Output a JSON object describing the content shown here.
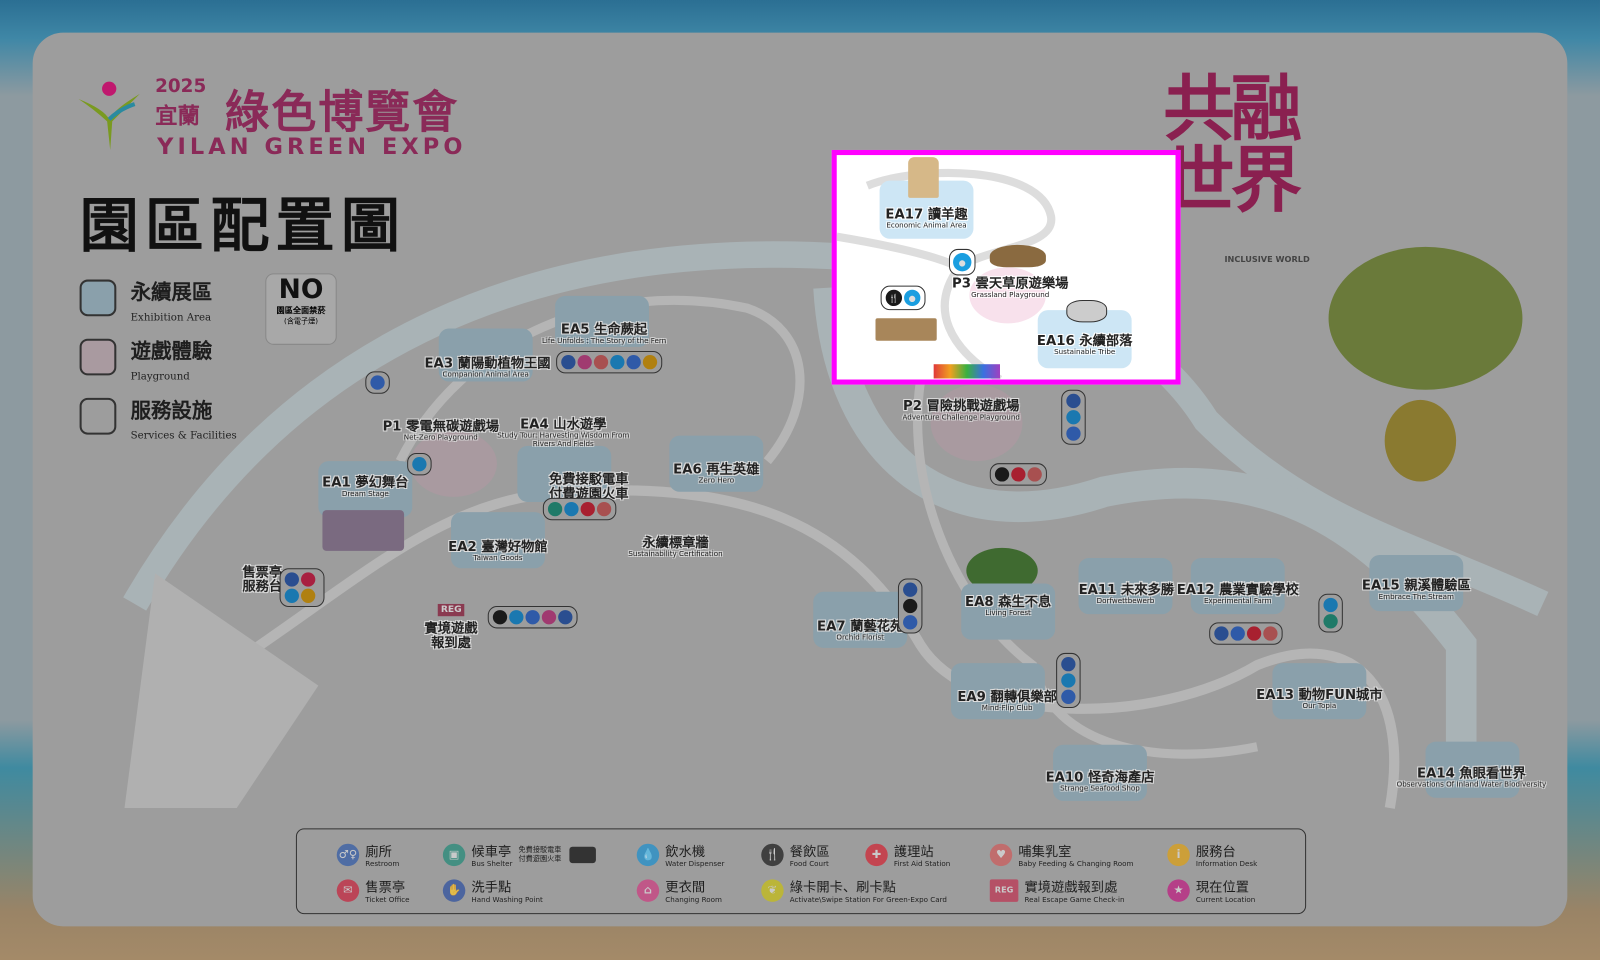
{
  "header": {
    "year": "2025",
    "city": "宜蘭",
    "title_zh": "綠色博覽會",
    "title_en": "YILAN GREEN EXPO",
    "map_title": "園區配置圖"
  },
  "side_legend": [
    {
      "zh": "永續展區",
      "en": "Exhibition Area",
      "color": "#8aa0ab"
    },
    {
      "zh": "遊戲體驗",
      "en": "Playground",
      "color": "#a99aa0"
    },
    {
      "zh": "服務設施",
      "en": "Services & Facilities",
      "color": "#9d9d9d"
    }
  ],
  "no_smoking": {
    "mark": "NO",
    "zh": "園區全面禁菸",
    "sub": "(含電子煙)"
  },
  "slogan": {
    "zh": "共融世界",
    "en": "INCLUSIVE WORLD"
  },
  "areas": [
    {
      "code": "EA1",
      "zh": "夢幻舞台",
      "en": "Dream Stage"
    },
    {
      "code": "EA2",
      "zh": "臺灣好物館",
      "en": "Taiwan Goods"
    },
    {
      "code": "EA3",
      "zh": "蘭陽動植物王國",
      "en": "Companion Animal Area"
    },
    {
      "code": "EA4",
      "zh": "山水遊學",
      "en": "Study Tour: Harvesting Wisdom From Rivers And Fields"
    },
    {
      "code": "EA5",
      "zh": "生命蕨起",
      "en": "Life Unfolds : The Story of the Fern"
    },
    {
      "code": "EA6",
      "zh": "再生英雄",
      "en": "Zero Hero"
    },
    {
      "code": "EA7",
      "zh": "蘭藝花苑",
      "en": "Orchid Florist"
    },
    {
      "code": "EA8",
      "zh": "森生不息",
      "en": "Living Forest"
    },
    {
      "code": "EA9",
      "zh": "翻轉俱樂部",
      "en": "Mind-Flip Club"
    },
    {
      "code": "EA10",
      "zh": "怪奇海產店",
      "en": "Strange Seafood Shop"
    },
    {
      "code": "EA11",
      "zh": "未來多勝",
      "en": "Dorfwettbewerb"
    },
    {
      "code": "EA12",
      "zh": "農業實驗學校",
      "en": "Experimental Farm"
    },
    {
      "code": "EA13",
      "zh": "動物FUN城市",
      "en": "Our Topia"
    },
    {
      "code": "EA14",
      "zh": "魚眼看世界",
      "en": "Observations Of Inland Water Biodiversity"
    },
    {
      "code": "EA15",
      "zh": "親溪體驗區",
      "en": "Embrace The Stream"
    },
    {
      "code": "EA16",
      "zh": "永續部落",
      "en": "Sustainable Tribe"
    },
    {
      "code": "EA17",
      "zh": "讀羊趣",
      "en": "Economic Animal Area"
    }
  ],
  "playgrounds": [
    {
      "code": "P1",
      "zh": "零電無碳遊戲場",
      "en": "Net-Zero Playground"
    },
    {
      "code": "P2",
      "zh": "冒險挑戰遊戲場",
      "en": "Adventure Challenge Playground"
    },
    {
      "code": "P3",
      "zh": "雲天草原遊樂場",
      "en": "Grassland Playground"
    }
  ],
  "labels": {
    "train": "免費接駁電車",
    "train2": "付費遊園火車",
    "cert_zh": "永續標章牆",
    "cert_en": "Sustainability Certification",
    "ticket1": "售票亭",
    "ticket2": "服務台",
    "checkin1": "實境遊戲",
    "checkin2": "報到處",
    "reg": "REG"
  },
  "legend": [
    {
      "zh": "廁所",
      "en": "Restroom",
      "icon": "restroom-icon",
      "color": "#2f5aa8",
      "glyph": "♂♀"
    },
    {
      "zh": "候車亭",
      "en": "Bus Shelter",
      "icon": "bus-shelter-icon",
      "color": "#1f8a78",
      "glyph": "▣",
      "extra": "免費接駁電車 付費遊園火車"
    },
    {
      "zh": "飲水機",
      "en": "Water Dispenser",
      "icon": "water-drop-icon",
      "color": "#1a8fd0",
      "glyph": "💧"
    },
    {
      "zh": "餐飲區",
      "en": "Food Court",
      "icon": "food-icon",
      "color": "#1a1a1a",
      "glyph": "🍴"
    },
    {
      "zh": "護理站",
      "en": "First Aid Station",
      "icon": "first-aid-icon",
      "color": "#d42030",
      "glyph": "✚"
    },
    {
      "zh": "哺集乳室",
      "en": "Baby Feeding & Changing Room",
      "icon": "baby-room-icon",
      "color": "#d05a5a",
      "glyph": "♥"
    },
    {
      "zh": "服務台",
      "en": "Information Desk",
      "icon": "info-icon",
      "color": "#e0a010",
      "glyph": "i"
    },
    {
      "zh": "售票亭",
      "en": "Ticket Office",
      "icon": "ticket-icon",
      "color": "#c8203a",
      "glyph": "✉"
    },
    {
      "zh": "洗手點",
      "en": "Hand Washing Point",
      "icon": "hand-wash-icon",
      "color": "#2a4ea0",
      "glyph": "✋"
    },
    {
      "zh": "更衣間",
      "en": "Changing Room",
      "icon": "changing-room-icon",
      "color": "#d03a80",
      "glyph": "⌂"
    },
    {
      "zh": "綠卡開卡、刷卡點",
      "en": "Activate\\Swipe Station For Green-Expo Card",
      "icon": "green-card-icon",
      "color": "#c8c010",
      "glyph": "❦"
    },
    {
      "zh": "實境遊戲報到處",
      "en": "Real Escape Game Check-in",
      "icon": "reg-icon",
      "color": "#c03050",
      "glyph": "REG"
    },
    {
      "zh": "現在位置",
      "en": "Current Location",
      "icon": "current-location-icon",
      "color": "#c01880",
      "glyph": "★"
    }
  ],
  "colors": {
    "accent": "#ff00ff",
    "brand": "#c0186e",
    "exhibition": "#cde6f5",
    "playground": "#f8e1ec"
  }
}
